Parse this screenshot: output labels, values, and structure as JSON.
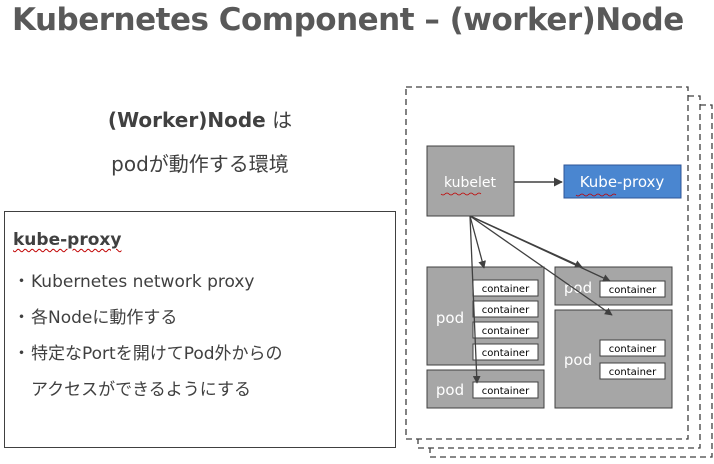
{
  "title": "Kubernetes Component – (worker)Node",
  "intro": {
    "line1_bold": "(Worker)Node",
    "line1_rest": " は",
    "line2": "podが動作する環境"
  },
  "info": {
    "heading": "kube-proxy",
    "bullet_mark": "・",
    "bullets": [
      "Kubernetes network proxy",
      "各Nodeに動作する",
      "特定なPortを開けてPod外からの"
    ],
    "bullet_continuation": "アクセスができるようにする"
  },
  "diagram": {
    "kubelet": "kubelet",
    "kube_proxy": "Kube-proxy",
    "pod_label": "pod",
    "container_label": "container"
  },
  "colors": {
    "gray_box": "#a6a6a6",
    "blue_box": "#4a86d0",
    "dark": "#404040"
  }
}
